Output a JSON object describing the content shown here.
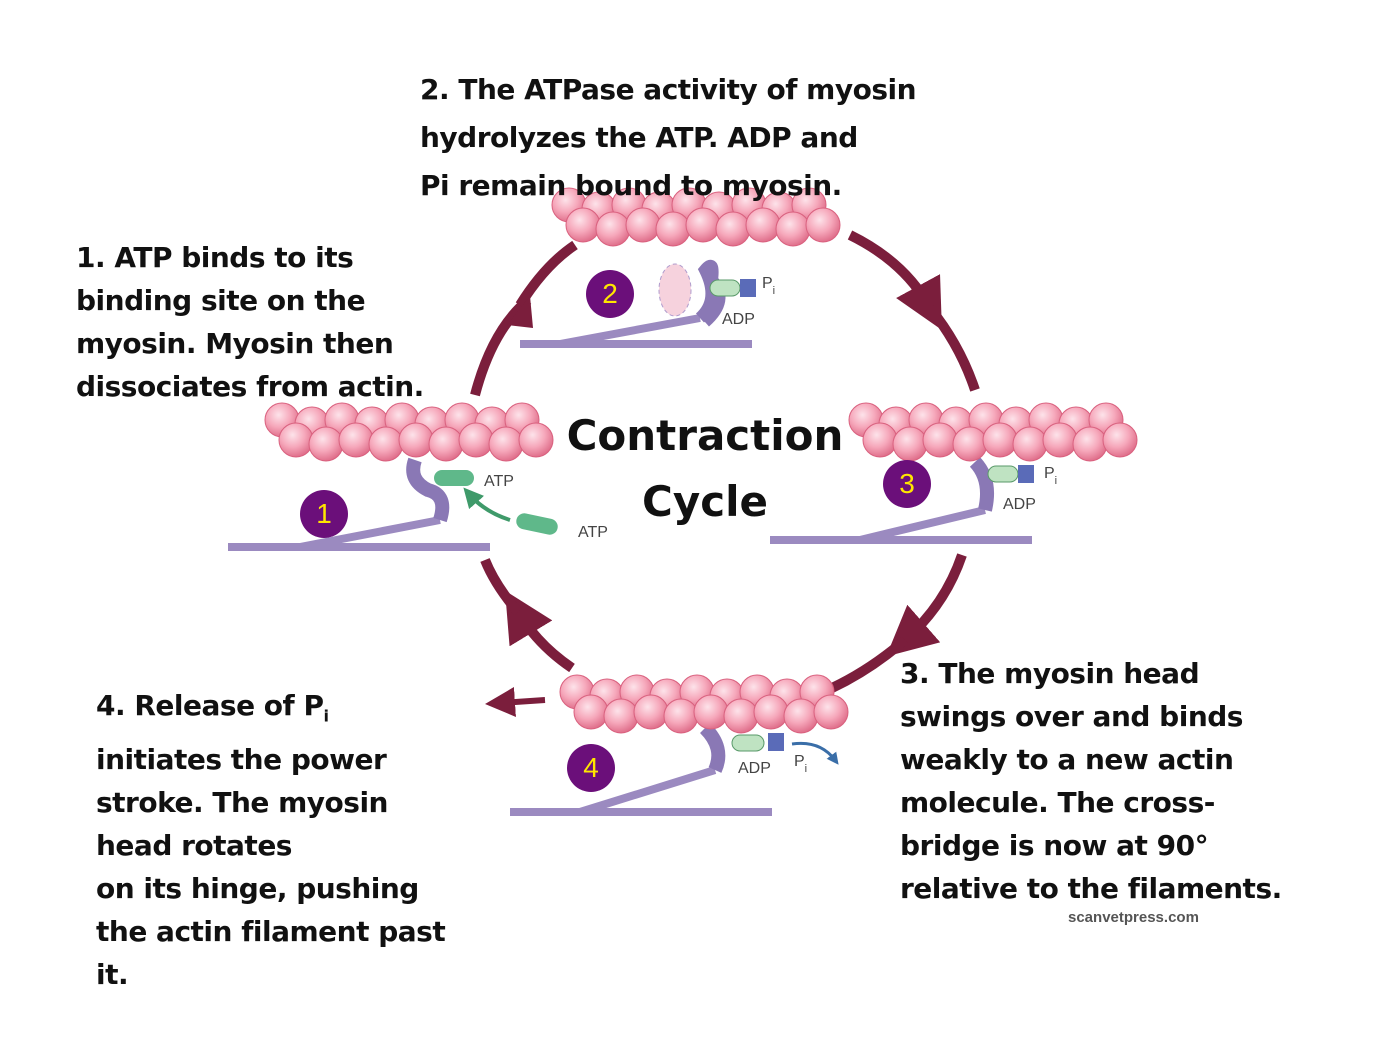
{
  "title": {
    "line1": "Contraction",
    "line2": "Cycle"
  },
  "steps": [
    {
      "number": "1",
      "lines": [
        "1. ATP binds to its",
        "binding site on the",
        "myosin. Myosin then",
        "dissociates from actin."
      ]
    },
    {
      "number": "2",
      "lines": [
        "2. The ATPase activity of myosin",
        "hydrolyzes the ATP. ADP and",
        "Pi remain bound to myosin."
      ]
    },
    {
      "number": "3",
      "lines": [
        "3. The myosin head",
        "swings over and binds",
        "weakly to a new actin",
        "molecule. The cross-",
        "bridge is now at 90°",
        "relative to the filaments."
      ]
    },
    {
      "number": "4",
      "line1_text": "4. Release of P",
      "line1_sub": "i",
      "lines": [
        "initiates the power",
        "stroke. The myosin",
        "head rotates",
        "on its hinge, pushing",
        "the actin filament past",
        "it."
      ]
    }
  ],
  "molecule_labels": {
    "atp": "ATP",
    "adp": "ADP",
    "pi": "P",
    "pi_sub": "i"
  },
  "credit": "scanvetpress.com",
  "colors": {
    "arrow": "#7b1e3c",
    "badge": "#6b0f7a",
    "badge_text": "#ffe600",
    "actin": "#f4a0b4",
    "myosin": "#9b8ac0",
    "atp": "#5fb88a",
    "pi_box": "#5a6bb8"
  }
}
